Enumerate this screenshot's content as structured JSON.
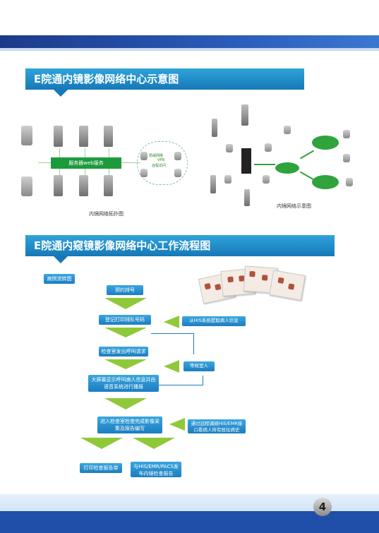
{
  "section1": {
    "title": "E院通内镜影像网络中心示意图",
    "left_diagram": {
      "server_label": "服务器web服务",
      "cloud_lines": [
        "局域网络",
        "VPN",
        "远程访问"
      ],
      "caption": "内镜网络拓扑图"
    },
    "right_diagram": {
      "caption": "内镜网络示意图"
    }
  },
  "section2": {
    "title": "E院通内窥镜影像网络中心工作流程图",
    "steps": {
      "s1": "病例流转图",
      "s2": "预约排号",
      "s3": "登记打印排队号码",
      "s4": "检查室发出呼叫请求",
      "s5": "大屏幕显示呼叫病人信息并由语音系统进行播报",
      "s6": "进入检查室检查完成影像采集及报告编写",
      "s7": "打印检查报告单",
      "s8": "与HIS/EMR/PACS发布内镜检查报告"
    },
    "side": {
      "his": "从HIS系统提取病人信息",
      "wait": "等候室人",
      "remote": "通过远程调阅HIS/EMR接口看病人所有既往病史"
    }
  },
  "page_number": "4"
}
